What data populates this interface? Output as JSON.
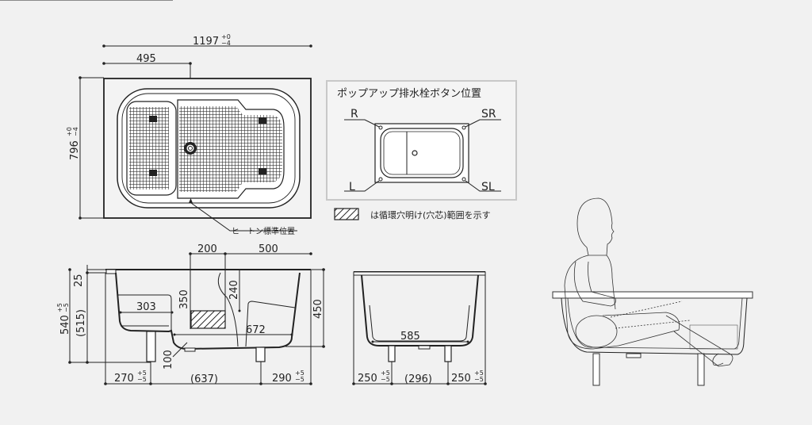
{
  "plan": {
    "width_dim": "1197",
    "width_tol_plus": "+0",
    "width_tol_minus": "−4",
    "drain_offset_dim": "495",
    "depth_dim": "796",
    "depth_tol_plus": "+0",
    "depth_tol_minus": "−4",
    "hook_label": "ヒートン標準位置"
  },
  "popup_box": {
    "title": "ポップアップ排水栓ボタン位置",
    "labels": [
      "R",
      "SR",
      "L",
      "SL"
    ]
  },
  "legend": {
    "text": "は循環穴明け(穴芯)範囲を示す"
  },
  "side_section": {
    "dim_200": "200",
    "dim_500": "500",
    "dim_25": "25",
    "dim_540": "540",
    "dim_540_tol_plus": "+5",
    "dim_540_tol_minus": "−5",
    "dim_515": "(515)",
    "dim_303": "303",
    "dim_350": "350",
    "dim_240": "240",
    "dim_672": "672",
    "dim_450": "450",
    "dim_100": "100",
    "dim_270": "270",
    "dim_637": "(637)",
    "dim_290": "290",
    "tol_plus": "+5",
    "tol_minus": "−5"
  },
  "end_section": {
    "dim_585": "585",
    "dim_250_left": "250",
    "dim_296": "(296)",
    "dim_250_right": "250",
    "tol_plus": "+5",
    "tol_minus": "−5"
  }
}
